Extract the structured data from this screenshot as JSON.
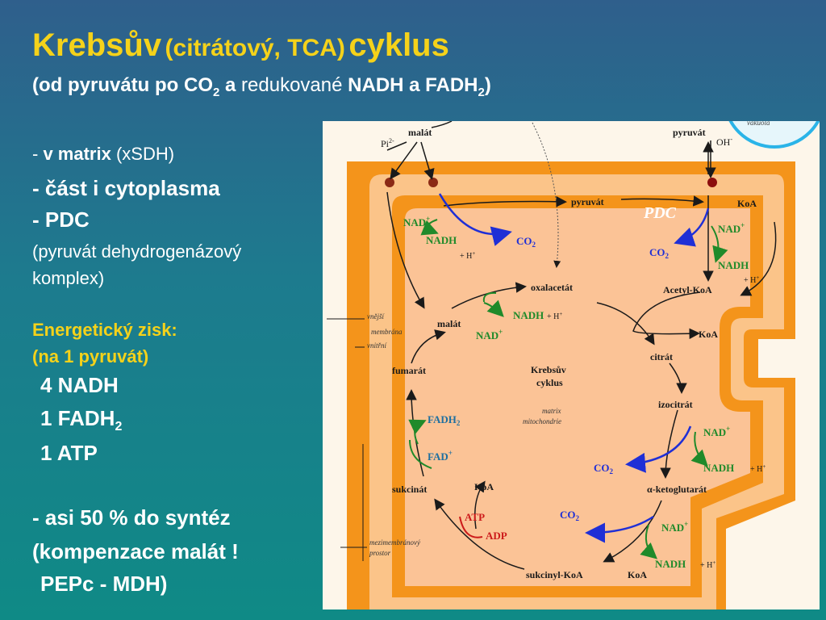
{
  "title": {
    "part1": "Krebsův",
    "part2": "(citrátový, TCA)",
    "part3": "cyklus"
  },
  "subtitle": {
    "part1": "(od pyruvátu po CO",
    "sub1": "2",
    "part2": "a",
    "part3": "redukované",
    "part4": "NADH a FADH",
    "sub2": "2",
    "part5": ")"
  },
  "left": {
    "line1_dash": "-",
    "line1_bold": "v matrix",
    "line1_norm": "(xSDH)",
    "line2": "- část i cytoplasma",
    "line3": "- PDC",
    "line4": "(pyruvát dehydrogenázový",
    "line5": "komplex)",
    "energy_title": "Energetický zisk:",
    "energy_sub": "(na 1 pyruvát)",
    "nadh": "4 NADH",
    "fadh": "1 FADH",
    "fadh_sub": "2",
    "atp": "1 ATP",
    "note1": "- asi 50 % do syntéz",
    "note2": "(kompenzace malát !",
    "note3": "PEPc - MDH)"
  },
  "diagram": {
    "malat_top": "malát",
    "pi": "Pi",
    "pi_sup": "2-",
    "pyruvat_top": "pyruvát",
    "oh": "OH",
    "oh_sup": "-",
    "vakuola": "vakuola",
    "pyruvat_mid": "pyruvát",
    "pdc": "PDC",
    "koa1": "KoA",
    "nad1": "NAD",
    "nadh1": "NADH",
    "h1": "+ H",
    "co2_1": "CO",
    "nad_pdc": "NAD",
    "co2_pdc": "CO",
    "nadh_pdc": "NADH",
    "h_pdc": "+ H",
    "oxalacetat": "oxalacetát",
    "acetylkoa": "Acetyl-KoA",
    "nadh_mdh": "NADH",
    "h_mdh": "+ H",
    "nad_mdh": "NAD",
    "malat": "malát",
    "koa2": "KoA",
    "citrat": "citrát",
    "vnejsi": "vnější",
    "membrana": "membrána",
    "vnitrni": "vnitřní",
    "fumarat": "fumarát",
    "krebsuv": "Krebsův",
    "cyklus": "cyklus",
    "matrix": "matrix",
    "mitochondrie": "mitochondrie",
    "izocitrat": "izocitrát",
    "fadh2": "FADH",
    "fad": "FAD",
    "nad_idh": "NAD",
    "co2_idh": "CO",
    "nadh_idh": "NADH",
    "h_idh": "+ H",
    "ketoglutarat": "α-ketoglutarát",
    "sukcinat": "sukcinát",
    "koa3": "KoA",
    "atp": "ATP",
    "adp": "ADP",
    "co2_kg": "CO",
    "nad_kg": "NAD",
    "nadh_kg": "NADH",
    "h_kg": "+ H",
    "mezimem": "mezimembránový",
    "prostor": "prostor",
    "sukcinylkoa": "sukcinyl-KoA",
    "koa4": "KoA",
    "sub2": "2",
    "plus": "+"
  }
}
